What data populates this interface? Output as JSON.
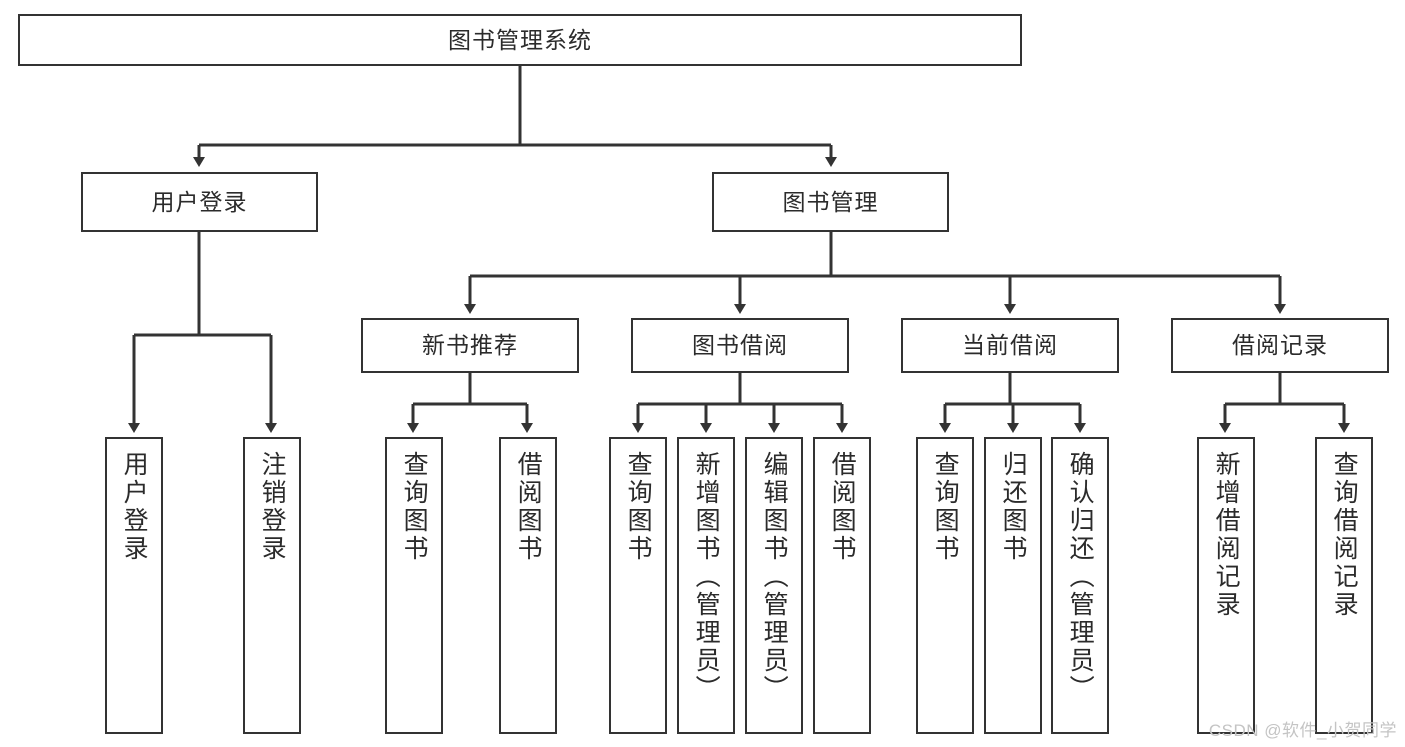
{
  "diagram": {
    "title": "图书管理系统",
    "type": "hierarchy-tree",
    "colors": {
      "box_border": "#333333",
      "box_fill": "#ffffff",
      "text": "#2b2b2b",
      "edge": "#333333",
      "watermark": "#c4c4c4",
      "background": "#ffffff"
    },
    "watermark": "CSDN @软件_小贺同学",
    "nodes": {
      "root": {
        "label": "图书管理系统",
        "level": 1
      },
      "user_login": {
        "label": "用户登录",
        "level": 2
      },
      "book_manage": {
        "label": "图书管理",
        "level": 2
      },
      "new_book_rec": {
        "label": "新书推荐",
        "level": 3
      },
      "book_borrow": {
        "label": "图书借阅",
        "level": 3
      },
      "current_borrow": {
        "label": "当前借阅",
        "level": 3
      },
      "borrow_record": {
        "label": "借阅记录",
        "level": 3
      },
      "leaf_user_login": {
        "label": "用户登录",
        "level": 4
      },
      "leaf_logout": {
        "label": "注销登录",
        "level": 4
      },
      "leaf_query_book_a": {
        "label": "查询图书",
        "level": 4
      },
      "leaf_borrow_book_a": {
        "label": "借阅图书",
        "level": 4
      },
      "leaf_query_book_b": {
        "label": "查询图书",
        "level": 4
      },
      "leaf_add_book": {
        "label": "新增图书（管理员）",
        "level": 4
      },
      "leaf_edit_book": {
        "label": "编辑图书（管理员）",
        "level": 4
      },
      "leaf_borrow_book_b": {
        "label": "借阅图书",
        "level": 4
      },
      "leaf_query_book_c": {
        "label": "查询图书",
        "level": 4
      },
      "leaf_return_book": {
        "label": "归还图书",
        "level": 4
      },
      "leaf_confirm_return": {
        "label": "确认归还（管理员）",
        "level": 4
      },
      "leaf_add_record": {
        "label": "新增借阅记录",
        "level": 4
      },
      "leaf_query_record": {
        "label": "查询借阅记录",
        "level": 4
      }
    },
    "edges": [
      {
        "from": "root",
        "to": "user_login"
      },
      {
        "from": "root",
        "to": "book_manage"
      },
      {
        "from": "user_login",
        "to": "leaf_user_login"
      },
      {
        "from": "user_login",
        "to": "leaf_logout"
      },
      {
        "from": "book_manage",
        "to": "new_book_rec"
      },
      {
        "from": "book_manage",
        "to": "book_borrow"
      },
      {
        "from": "book_manage",
        "to": "current_borrow"
      },
      {
        "from": "book_manage",
        "to": "borrow_record"
      },
      {
        "from": "new_book_rec",
        "to": "leaf_query_book_a"
      },
      {
        "from": "new_book_rec",
        "to": "leaf_borrow_book_a"
      },
      {
        "from": "book_borrow",
        "to": "leaf_query_book_b"
      },
      {
        "from": "book_borrow",
        "to": "leaf_add_book"
      },
      {
        "from": "book_borrow",
        "to": "leaf_edit_book"
      },
      {
        "from": "book_borrow",
        "to": "leaf_borrow_book_b"
      },
      {
        "from": "current_borrow",
        "to": "leaf_query_book_c"
      },
      {
        "from": "current_borrow",
        "to": "leaf_return_book"
      },
      {
        "from": "current_borrow",
        "to": "leaf_confirm_return"
      },
      {
        "from": "borrow_record",
        "to": "leaf_add_record"
      },
      {
        "from": "borrow_record",
        "to": "leaf_query_record"
      }
    ]
  }
}
